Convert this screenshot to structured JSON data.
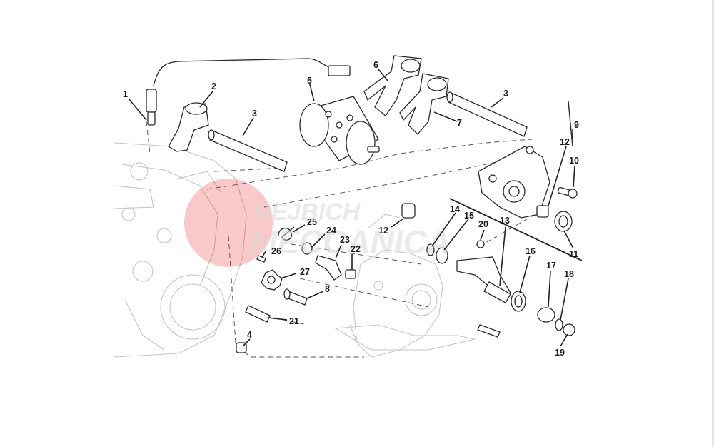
{
  "watermark": {
    "line1": "REJBICH",
    "line2": "MECCANICA",
    "logo_color": "#e83a3a"
  },
  "callouts": [
    {
      "id": "1",
      "text": "1"
    },
    {
      "id": "2",
      "text": "2"
    },
    {
      "id": "3a",
      "text": "3"
    },
    {
      "id": "3b",
      "text": "3"
    },
    {
      "id": "4",
      "text": "4"
    },
    {
      "id": "5",
      "text": "5"
    },
    {
      "id": "6",
      "text": "6"
    },
    {
      "id": "7",
      "text": "7"
    },
    {
      "id": "8",
      "text": "8"
    },
    {
      "id": "9",
      "text": "9"
    },
    {
      "id": "10",
      "text": "10"
    },
    {
      "id": "11",
      "text": "11"
    },
    {
      "id": "12a",
      "text": "12"
    },
    {
      "id": "12b",
      "text": "12"
    },
    {
      "id": "13",
      "text": "13"
    },
    {
      "id": "14",
      "text": "14"
    },
    {
      "id": "15",
      "text": "15"
    },
    {
      "id": "16",
      "text": "16"
    },
    {
      "id": "17",
      "text": "17"
    },
    {
      "id": "18",
      "text": "18"
    },
    {
      "id": "19",
      "text": "19"
    },
    {
      "id": "20",
      "text": "20"
    },
    {
      "id": "21",
      "text": "21"
    },
    {
      "id": "22",
      "text": "22"
    },
    {
      "id": "23",
      "text": "23"
    },
    {
      "id": "24",
      "text": "24"
    },
    {
      "id": "25",
      "text": "25"
    },
    {
      "id": "26",
      "text": "26"
    },
    {
      "id": "27",
      "text": "27"
    }
  ]
}
